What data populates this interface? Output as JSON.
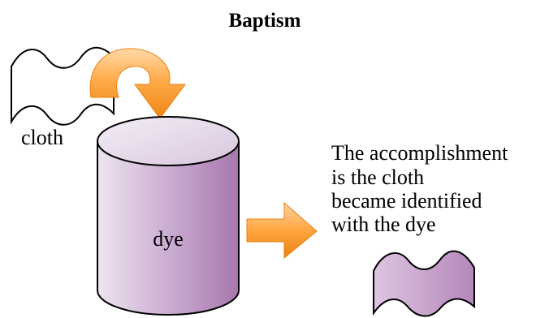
{
  "title": "Baptism",
  "labels": {
    "cloth": "cloth",
    "dye": "dye"
  },
  "note_lines": [
    "The accomplishment",
    "is the  cloth",
    "became identified",
    "with the dye"
  ],
  "colors": {
    "dye_light": "#ece4f0",
    "dye_dark": "#b07fb5",
    "cloth_dyed": "#c59bc9",
    "arrow_light": "#ffc27a",
    "arrow_dark": "#f08a1a",
    "outline": "#000000"
  }
}
